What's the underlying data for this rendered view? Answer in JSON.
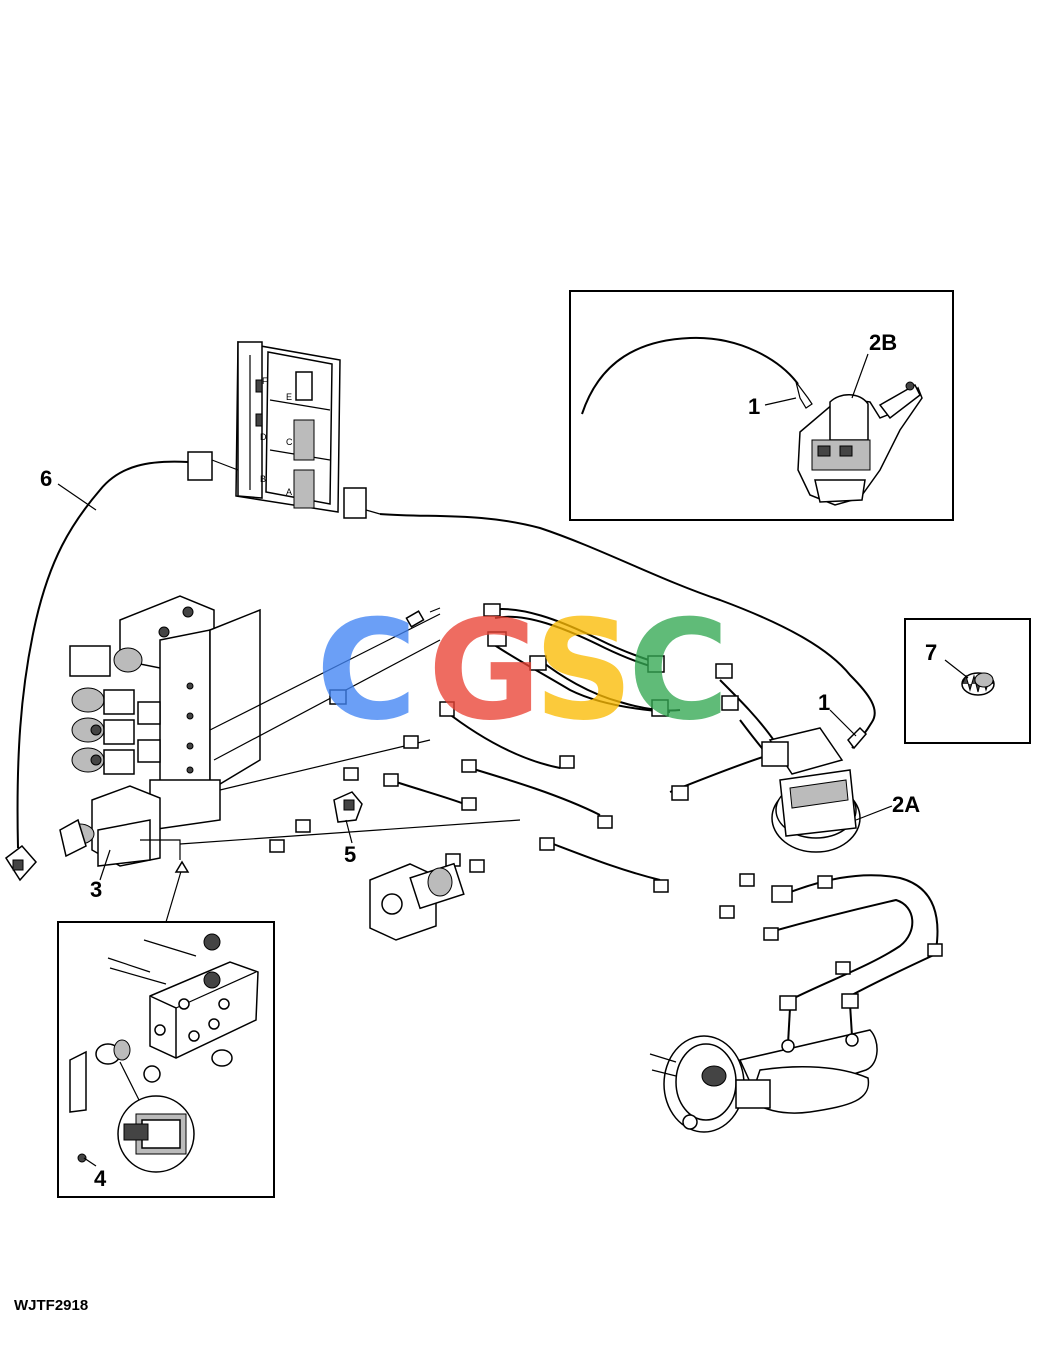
{
  "figure_id": "WJTF2918",
  "callouts": {
    "c1_inset": "1",
    "c2B": "2B",
    "c6": "6",
    "c7": "7",
    "c1_main": "1",
    "c2A": "2A",
    "c5": "5",
    "c3": "3",
    "c4": "4"
  },
  "controller_slots": [
    "F",
    "E",
    "D",
    "C",
    "B",
    "A"
  ],
  "watermark": {
    "letters": [
      "C",
      "G",
      "S",
      "C"
    ],
    "colors": [
      "#4285f4",
      "#ea4335",
      "#fbbc05",
      "#34a853"
    ]
  }
}
